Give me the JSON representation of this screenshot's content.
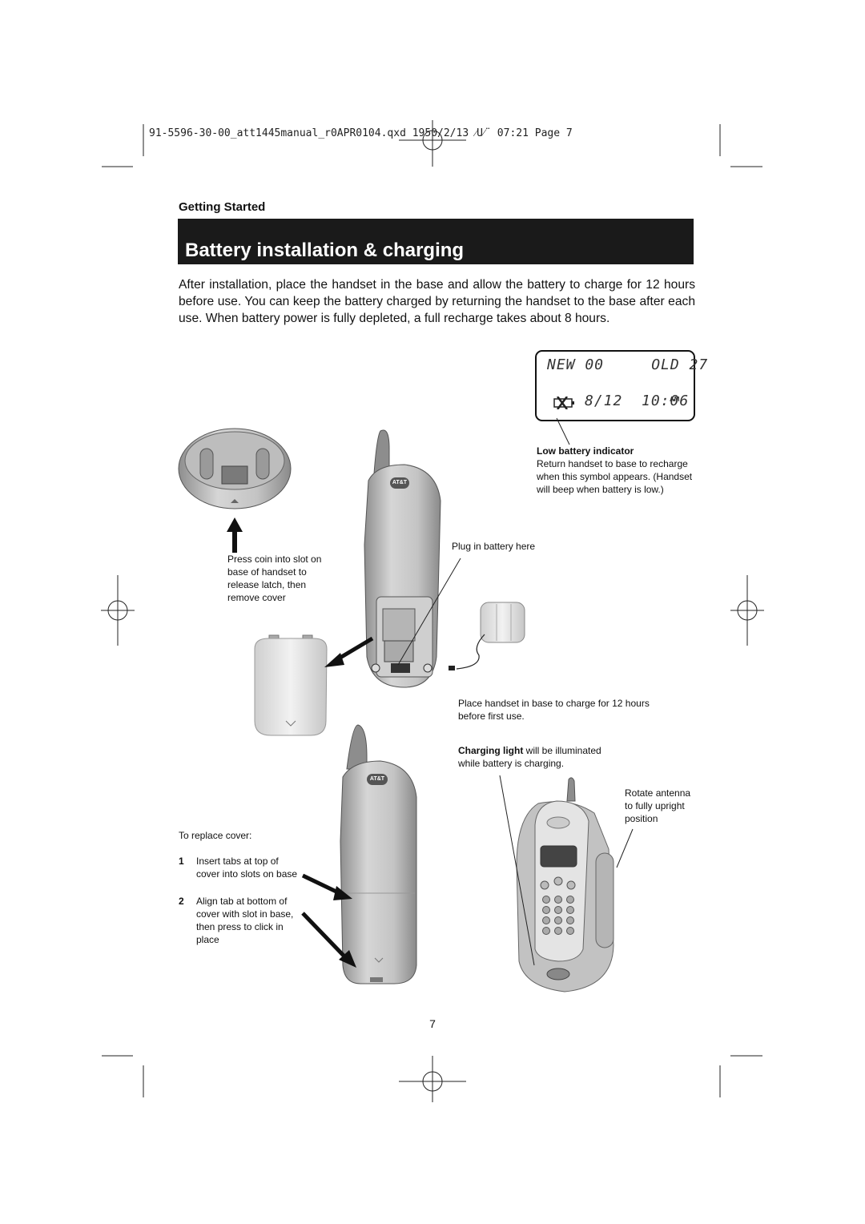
{
  "header": {
    "file_line": "91-5596-30-00_att1445manual_r0APR0104.qxd  1950/2/13  ⁄U⁄¨ 07:21  Page 7"
  },
  "section": "Getting Started",
  "title": "Battery installation & charging",
  "intro": "After installation, place the handset in the base and allow the battery to charge for 12 hours before use. You can keep the battery charged by returning the handset to the base after each use. When battery power is fully depleted, a full recharge takes about 8 hours.",
  "lcd": {
    "row1": "NEW 00     OLD 27",
    "row2": "8/12  10:06",
    "ampm": "AM"
  },
  "callouts": {
    "low_battery_title": "Low battery indicator",
    "low_battery_line1": "Return handset to base to recharge",
    "low_battery_line2": "when this symbol appears. (Handset",
    "low_battery_line3": "will beep when battery is low.)",
    "plug_battery": "Plug in battery here",
    "press_coin_1": "Press coin into slot on",
    "press_coin_2": "base of handset to",
    "press_coin_3": "release latch, then",
    "press_coin_4": "remove cover",
    "place_handset_1": "Place handset in base to charge for 12 hours",
    "place_handset_2": "before first use.",
    "charging_light_bold": "Charging light",
    "charging_light_rest": " will be illuminated",
    "charging_light_2": "while battery is charging.",
    "rotate_1": "Rotate antenna",
    "rotate_2": "to fully upright",
    "rotate_3": "position",
    "replace_title": "To replace cover:",
    "step1_num": "1",
    "step1_a": "Insert tabs at top of",
    "step1_b": "cover into slots on base",
    "step2_num": "2",
    "step2_a": "Align tab at bottom of",
    "step2_b": "cover with slot in base,",
    "step2_c": "then press to click in",
    "step2_d": "place"
  },
  "brand_mark": "AT&T",
  "page_number": "7"
}
